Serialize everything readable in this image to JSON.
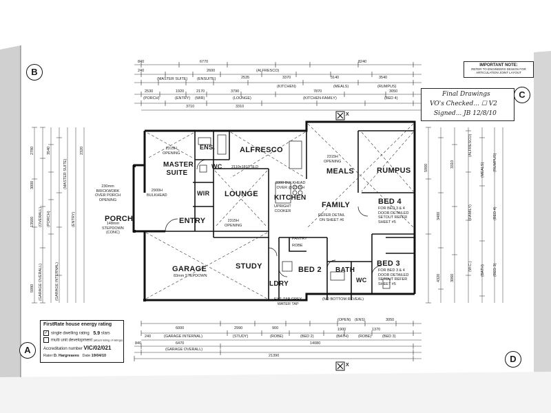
{
  "rooms": {
    "alfresco": "ALFRESCO",
    "ens": "ENS.",
    "master_suite": "MASTER SUITE",
    "wc1": "WC",
    "lounge": "LOUNGE",
    "wir": "WIR",
    "kitchen": "KITCHEN",
    "meals": "MEALS",
    "rumpus": "RUMPUS",
    "family": "FAMILY",
    "bed4": "BED 4",
    "porch": "PORCH",
    "entry": "ENTRY",
    "garage": "GARAGE",
    "study": "STUDY",
    "ldry": "LDRY",
    "bed2": "BED 2",
    "bath": "BATH",
    "wc2": "WC",
    "bed3": "BED 3"
  },
  "notes": {
    "porch_brick": "230mm\nBRICKWORK\nOVER PORCH\nOPENING",
    "porch_step": "148mm\nSTEPDOWN\n(CONC)",
    "garage_step": "83mm STEPDOWN",
    "master_opening": "2315H\nOPENING",
    "bulkhead": "2900H\nBULKHEAD",
    "kitchen_bulkhead": "3300 BULKHEAD\nOVER @ 2315H",
    "upright_cooker": "UPRIGHT\nCOOKER",
    "meals_opening": "2315H\nOPENING",
    "family_refer": "REFER DETAIL\nON SHEET #6",
    "bed4_door": "FOR BED 3 & 4\nDOOR DETAILED\nSETOUT REFER\nSHEET #5",
    "bed3_door": "FOR BED 3 & 4\nDOOR DETAILED\nSETOUT REFER\nSHEET #5",
    "ext_tap": "EXT. TAP GREY\nWATER TAP",
    "no_reveal": "(NO BOTTOM REVEAL)",
    "pantry": "PANTRY",
    "robe": "ROBE",
    "lounge_opening": "2315H\nOPENING",
    "sliding_door": "2110x1810 SLD"
  },
  "dims_top": [
    "840",
    "6770",
    "8240",
    "(ALFRESCO)",
    "240",
    "2600",
    "2535",
    "3370",
    "3140",
    "3540",
    "(MASTER SUITE)",
    "(ENSUITE)",
    "(KITCHEN)",
    "(MEALS)",
    "(RUMPUS)",
    "2530",
    "1920",
    "2170",
    "3790",
    "7870",
    "3050",
    "(PORCH)",
    "(ENTRY)",
    "(WIR)",
    "(LOUNGE)",
    "(KITCHEN-FAMILY)",
    "(BED 4)",
    "3710",
    "3310"
  ],
  "dims_bottom": [
    "6000",
    "2990",
    "900",
    "(GARAGE INTERNAL)",
    "(STUDY)",
    "(ROBE)",
    "(BED 2)",
    "(BATH)",
    "(ROBE)",
    "(BED 3)",
    "6470",
    "14080",
    "(GARAGE OVERALL)",
    "21390",
    "840",
    "240",
    "3050",
    "(OPEN)",
    "(ENS)",
    "1900",
    "1370"
  ],
  "dims_left": [
    "13500",
    "(OVERALL)",
    "5980",
    "(GARAGE OVERALL)",
    "(GARAGE INTERNAL)",
    "(MASTER SUITE)",
    "(PORCH)",
    "(ENTRY)",
    "2780",
    "3540",
    "3000",
    "2320"
  ],
  "dims_right": [
    "(ALFRESCO)",
    "(MEALS)",
    "(RUMPUS)",
    "(FAMILY)",
    "(BED 4)",
    "(BED 3)",
    "(W.C.)",
    "(BATH)",
    "5900",
    "3400",
    "3310",
    "4320",
    "3060"
  ],
  "important_note": {
    "heading": "IMPORTANT NOTE:",
    "body": "REFER TO ENGINEERS DESIGN FOR\nARTICULATION JOINT LAYOUT"
  },
  "stamp": {
    "line1": "Final Drawings",
    "line2": "VO's Checked... ☐ V2",
    "line3": "Signed... JB 12/8/10"
  },
  "energy": {
    "title": "FirstRate house energy rating",
    "single": "single dwelling rating",
    "rating": "5.9",
    "stars": "stars",
    "multi": "multi unit development",
    "multi_note": "(attach listing of ratings)",
    "accreditation_label": "Accreditation number",
    "accreditation": "VIC/02/021",
    "rater_label": "Rater",
    "rater": "D. Hargreaves",
    "date_label": "Date",
    "date": "19/04/10"
  },
  "compass": {
    "a": "A",
    "b": "B",
    "c": "C",
    "d": "D",
    "x": "X"
  }
}
